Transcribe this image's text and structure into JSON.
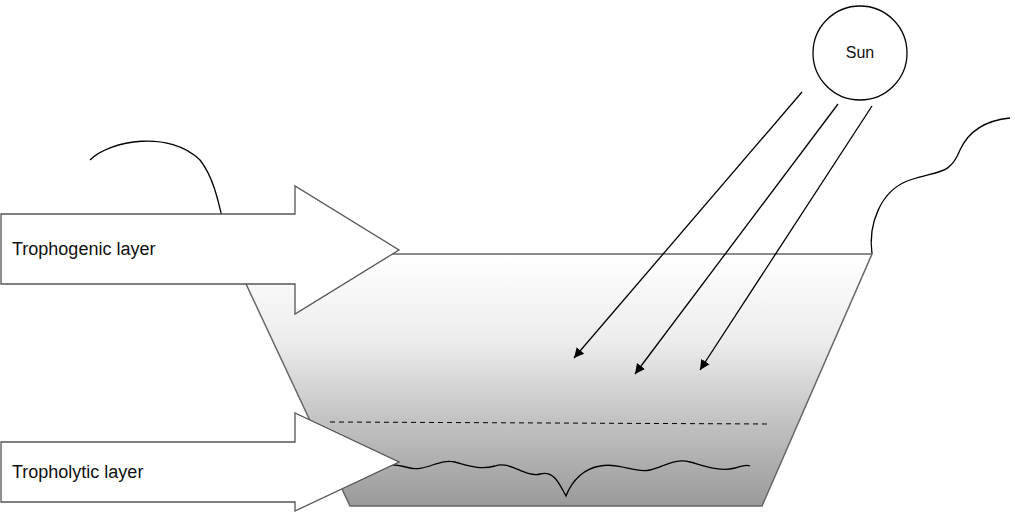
{
  "diagram": {
    "nodes": [
      {
        "text": [
          "Sun"
        ]
      },
      {
        "text": [
          "Trophogenic layer"
        ]
      },
      {
        "text": [
          "Tropholytic layer"
        ]
      }
    ]
  }
}
